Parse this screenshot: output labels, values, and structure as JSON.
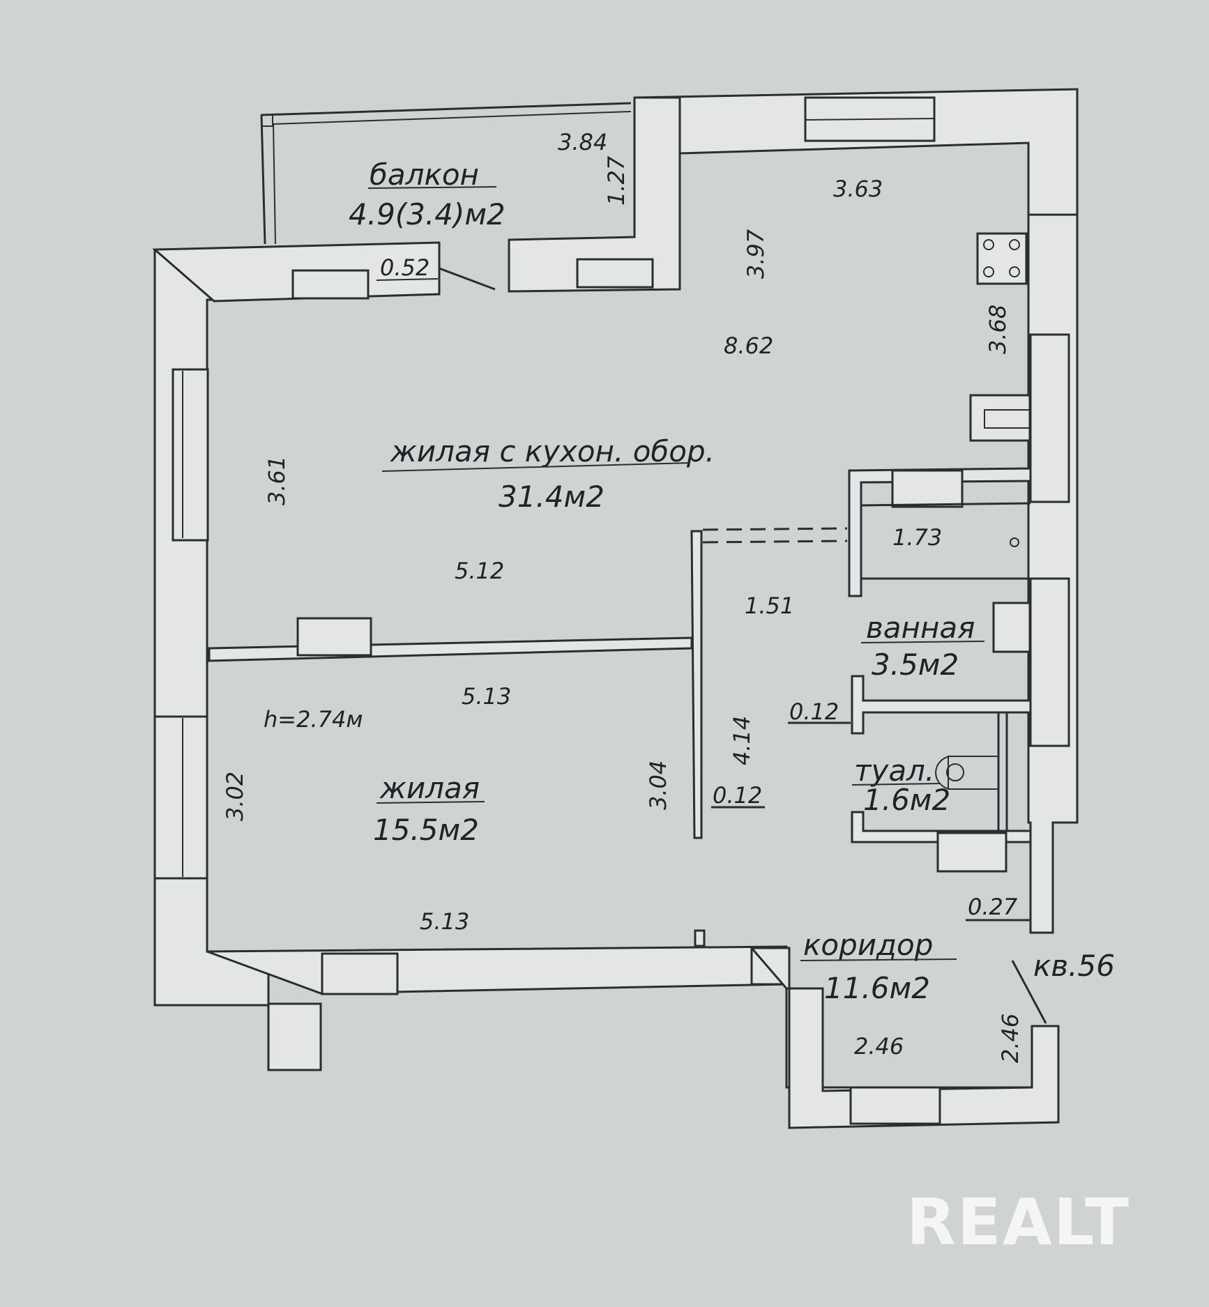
{
  "rooms": {
    "balcony": {
      "name": "балкон",
      "area": "4.9(3.4)м2"
    },
    "living_kitchen": {
      "name": "жилая с кухон. обор.",
      "area": "31.4м2"
    },
    "living": {
      "name": "жилая",
      "area": "15.5м2"
    },
    "bathroom": {
      "name": "ванная",
      "area": "3.5м2"
    },
    "toilet": {
      "name": "туал.",
      "area": "1.6м2"
    },
    "corridor": {
      "name": "коридор",
      "area": "11.6м2"
    }
  },
  "dimensions": {
    "balcony_width": "3.84",
    "balcony_depth": "1.27",
    "window_offset": "0.52",
    "kitchen_top": "3.63",
    "kitchen_depth": "3.97",
    "kitchen_side": "3.68",
    "kitchen_diag": "8.62",
    "living_kitchen_left": "3.61",
    "living_kitchen_bottom": "5.12",
    "niche_width": "1.73",
    "hall_width": "1.51",
    "partition_1": "0.12",
    "living_top": "5.13",
    "living_bottom": "5.13",
    "living_left": "3.02",
    "living_right": "3.04",
    "corridor_depth": "4.14",
    "partition_2": "0.12",
    "wall_thickness": "0.27",
    "corridor_width": "2.46",
    "corridor_side": "2.46"
  },
  "ceiling_height": "h=2.74м",
  "apartment_label": "кв.56",
  "watermark": "REALT"
}
